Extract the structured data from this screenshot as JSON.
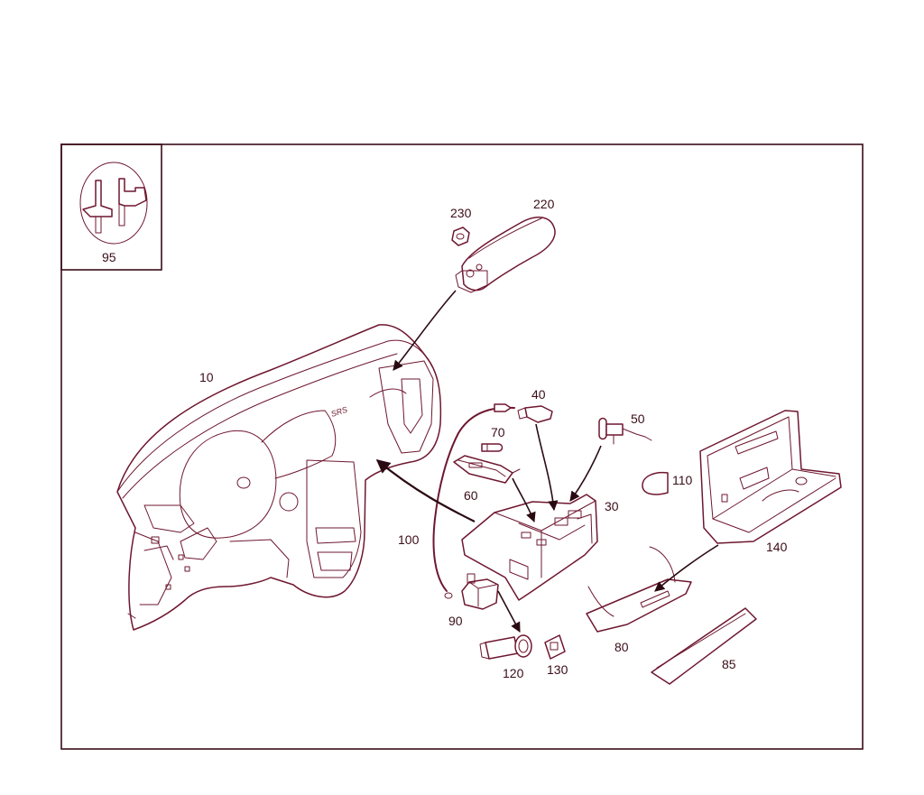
{
  "colors": {
    "line": "#6e1730",
    "frame": "#3a0d18",
    "leader": "#2a0a12",
    "background": "#ffffff"
  },
  "inset": {
    "callout": "95"
  },
  "panel_label": "SRS",
  "callouts": {
    "c10": "10",
    "c30": "30",
    "c40": "40",
    "c50": "50",
    "c60": "60",
    "c70": "70",
    "c80": "80",
    "c85": "85",
    "c90": "90",
    "c100": "100",
    "c110": "110",
    "c120": "120",
    "c130": "130",
    "c140": "140",
    "c220": "220",
    "c230": "230"
  }
}
